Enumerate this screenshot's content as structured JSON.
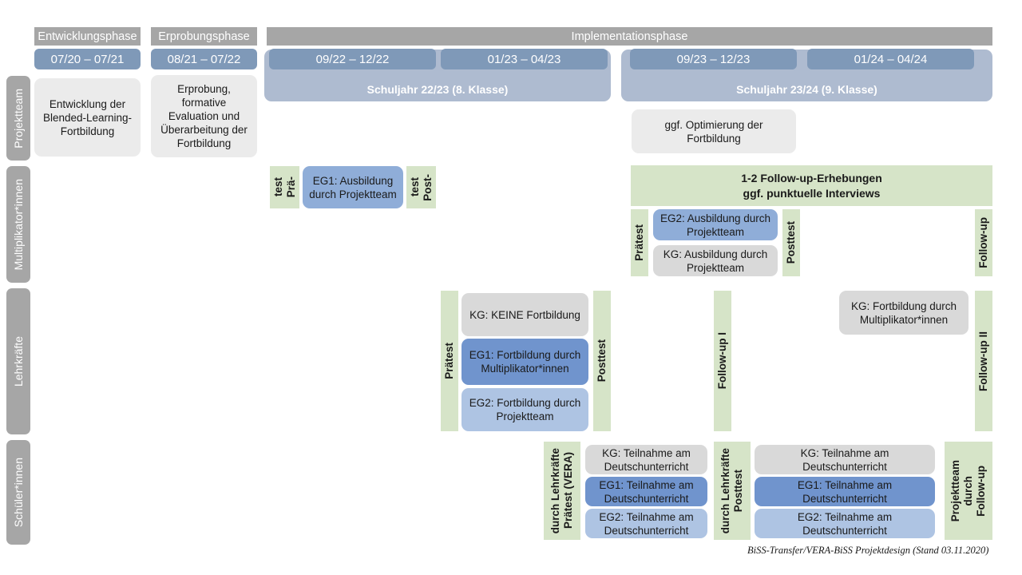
{
  "document": {
    "title": "BiSS-Transfer/VERA-BiSS Projektdesign",
    "footer": "BiSS-Transfer/VERA-BiSS Projektdesign (Stand 03.11.2020)"
  },
  "phases": [
    {
      "label": "Entwicklungsphase"
    },
    {
      "label": "Erprobungsphase"
    },
    {
      "label": "Implementationsphase"
    }
  ],
  "periods": [
    {
      "label": "07/20 – 07/21"
    },
    {
      "label": "08/21 – 07/22"
    },
    {
      "label": "09/22 – 12/22"
    },
    {
      "label": "01/23 – 04/23"
    },
    {
      "label": "09/23 – 12/23"
    },
    {
      "label": "01/24 – 04/24"
    }
  ],
  "school_years": [
    {
      "label": "Schuljahr 22/23 (8. Klasse)"
    },
    {
      "label": "Schuljahr 23/24 (9. Klasse)"
    }
  ],
  "rows": [
    {
      "label": "Projektteam"
    },
    {
      "label": "Multiplikator*innen"
    },
    {
      "label": "Lehrkräfte"
    },
    {
      "label": "Schüler*innen"
    }
  ],
  "projektteam": {
    "entwicklung": "Entwicklung der Blended-Learning-Fortbildung",
    "erprobung": "Erprobung, formative Evaluation und Überarbeitung der Fortbildung",
    "optimierung": "ggf. Optimierung der Fortbildung"
  },
  "multiplikatoren": {
    "praetest_line1": "Prä-",
    "praetest_line2": "test",
    "posttest_line1": "Post-",
    "posttest_line2": "test",
    "eg1": "EG1: Ausbildung durch Projektteam",
    "followup_banner": "1-2 Follow-up-Erhebungen\nggf. punktuelle Interviews",
    "followup_banner_line1": "1-2 Follow-up-Erhebungen",
    "followup_banner_line2": "ggf. punktuelle Interviews",
    "praetest2": "Prätest",
    "posttest2": "Posttest",
    "followup": "Follow-up",
    "eg2": "EG2:  Ausbildung durch Projektteam",
    "kg": "KG: Ausbildung durch Projektteam"
  },
  "lehrkraefte": {
    "praetest": "Prätest",
    "posttest": "Posttest",
    "followup1": "Follow-up I",
    "followup2": "Follow-up II",
    "kg_keine": "KG:  KEINE Fortbildung",
    "eg1": "EG1: Fortbildung durch Multiplikator*innen",
    "eg2": "EG2: Fortbildung durch Projektteam",
    "kg_fortbildung": "KG: Fortbildung durch Multiplikator*innen"
  },
  "schueler": {
    "praetest_main": "Prätest (VERA)",
    "praetest_sub": "durch Lehrkräfte",
    "posttest_main": "Posttest",
    "posttest_sub": "durch Lehrkräfte",
    "followup_main": "Follow-up",
    "followup_sub1": "durch",
    "followup_sub2": "Projektteam",
    "kg": "KG: Teilnahme am Deutschunterricht",
    "eg1": "EG1: Teilnahme am Deutschunterricht",
    "eg2": "EG2: Teilnahme am Deutschunterricht",
    "kg_b": "KG: Teilnahme am Deutschunterricht",
    "eg1_b": "EG1: Teilnahme am Deutschunterricht",
    "eg2_b": "EG2: Teilnahme am Deutschunterricht"
  },
  "colors": {
    "grey_header": "#a6a6a6",
    "date_chip": "#7f99b8",
    "year_band": "#aebbd0",
    "box_grey_light": "#ebebeb",
    "box_grey": "#d9d9d9",
    "blue_dark": "#7094cd",
    "blue_mid": "#8fadd8",
    "blue_light": "#aec4e3",
    "green": "#d6e4c8"
  }
}
